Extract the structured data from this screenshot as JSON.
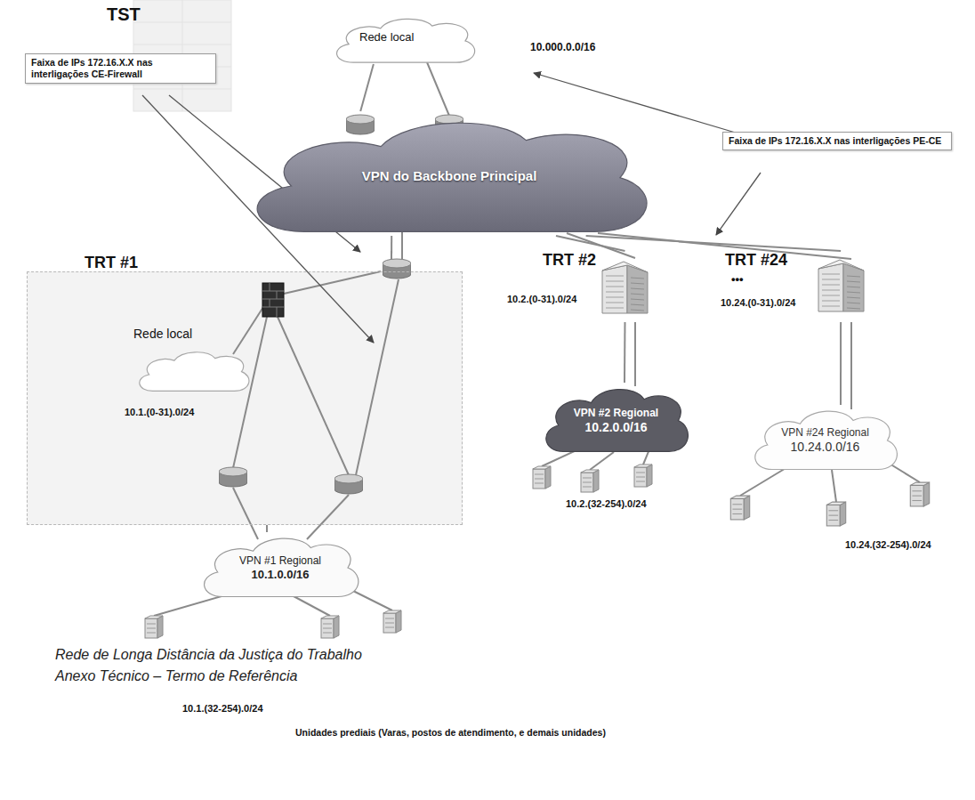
{
  "diagram": {
    "nodes": [
      {
        "text": [
          "Rede local",
          "10.000.0.0/16"
        ]
      },
      {
        "text": [
          "VPN do Backbone Principal"
        ]
      },
      {
        "text": [
          "Faixa de IPs 172.16.X.X nas interligações CE-Firewall"
        ]
      },
      {
        "text": [
          "Faixa de IPs 172.16.X.X nas interligações PE-CE"
        ]
      },
      {
        "text": [
          "TRT #1"
        ]
      },
      {
        "text": [
          "Rede local",
          "10.1.(0-31).0/24"
        ],
        "in": 4
      },
      {
        "text": [
          "VPN #1 Regional",
          "10.1.0.0/16"
        ]
      },
      {
        "text": [
          "TRT #2",
          "10.2.(0-31).0/24"
        ]
      },
      {
        "text": [
          "VPN #2 Regional",
          "10.2.0.0/16"
        ]
      },
      {
        "text": [
          "TRT #24",
          "10.24.(0-31).0/24"
        ]
      },
      {
        "text": [
          "VPN #24 Regional",
          "10.24.0.0/16"
        ]
      }
    ],
    "edges": [
      {
        "from": 0,
        "to": 1,
        "arrow": "none"
      },
      {
        "from": 1,
        "to": 4,
        "arrow": "none"
      },
      {
        "from": 1,
        "to": 7,
        "arrow": "none"
      },
      {
        "from": 1,
        "to": 9,
        "arrow": "none"
      },
      {
        "from": 4,
        "to": 6,
        "arrow": "none"
      },
      {
        "from": 7,
        "to": 8,
        "arrow": "none"
      },
      {
        "from": 9,
        "to": 10,
        "arrow": "none"
      }
    ],
    "labels": [
      "TST",
      "•••",
      "Rede de Longa Distância da Justiça do Trabalho",
      "Anexo Técnico – Termo de Referência",
      "10.1.(32-254).0/24",
      "10.2.(32-254).0/24",
      "10.24.(32-254).0/24",
      "Unidades prediais (Varas, postos de atendimento, e demais unidades)"
    ]
  }
}
